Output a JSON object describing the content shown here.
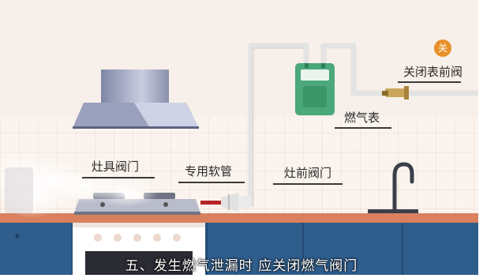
{
  "labels": {
    "close_meter_valve": "关闭表前阀",
    "gas_meter": "燃气表",
    "stove_valve": "灶具阀门",
    "special_hose": "专用软管",
    "front_valve": "灶前阀门"
  },
  "badge_text": "关",
  "subtitle": "五、发生燃气泄漏时 应关闭燃气阀门",
  "colors": {
    "wall_top": "#f7efe9",
    "tile": "#fbf4ee",
    "pipe": "#e6e6e6",
    "meter": "#4aa87a",
    "counter": "#d9805f",
    "cabinet": "#2f5d8c",
    "badge": "#e8902a"
  }
}
